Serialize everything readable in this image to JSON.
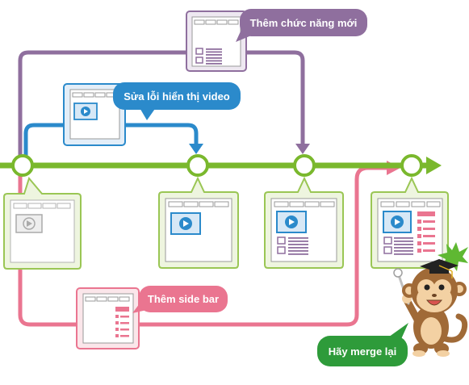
{
  "labels": {
    "new_feature": "Thêm chức năng mới",
    "fix_video": "Sửa lỗi hiển thị video",
    "side_bar": "Thêm side bar",
    "merge": "Hãy merge lại"
  },
  "colors": {
    "main_line": "#7ab82d",
    "feature_branch": "#8f6f9e",
    "bugfix_branch": "#2b8acb",
    "sidebar_branch": "#ea7590",
    "merge_bubble": "#2e9b3a",
    "monkey": "#a06a37"
  }
}
